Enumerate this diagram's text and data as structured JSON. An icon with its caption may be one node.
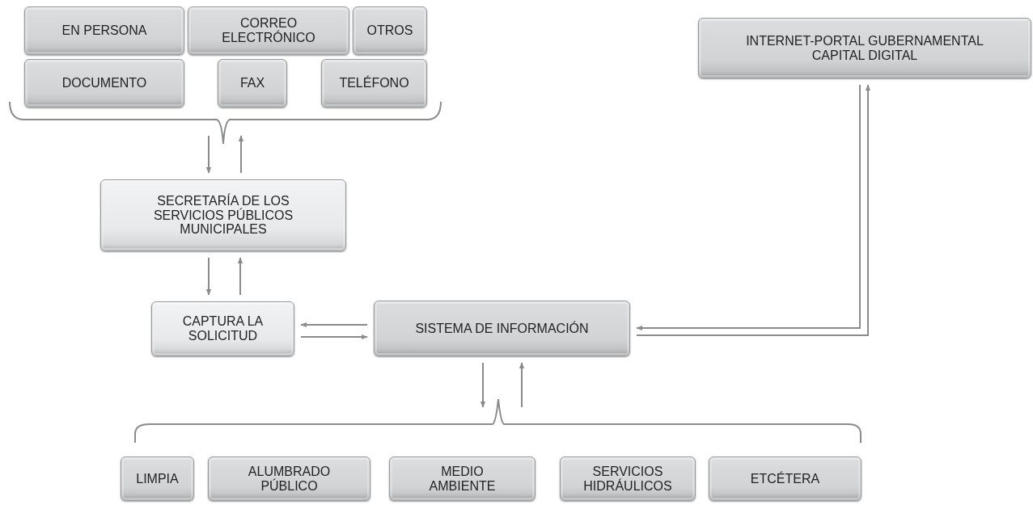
{
  "diagram": {
    "nodes": [
      {
        "text": [
          "EN PERSONA"
        ]
      },
      {
        "text": [
          "CORREO ELECTRÓNICO"
        ]
      },
      {
        "text": [
          "OTROS"
        ]
      },
      {
        "text": [
          "DOCUMENTO"
        ]
      },
      {
        "text": [
          "FAX"
        ]
      },
      {
        "text": [
          "TELÉFONO"
        ]
      },
      {
        "text": [],
        "shape": "bracket"
      },
      {
        "text": [
          "SECRETARÍA DE LOS SERVICIOS PÚBLICOS MUNICIPALES"
        ]
      },
      {
        "text": [
          "CAPTURA LA SOLICITUD"
        ]
      },
      {
        "text": [
          "SISTEMA DE INFORMACIÓN"
        ]
      },
      {
        "text": [
          "INTERNET-PORTAL GUBERNAMENTAL CAPITAL DIGITAL"
        ]
      },
      {
        "text": [],
        "shape": "bracket"
      },
      {
        "text": [
          "LIMPIA"
        ]
      },
      {
        "text": [
          "ALUMBRADO PÚBLICO"
        ]
      },
      {
        "text": [
          "MEDIO AMBIENTE"
        ]
      },
      {
        "text": [
          "SERVICIOS HIDRÁULICOS"
        ]
      },
      {
        "text": [
          "ETCÉTERA"
        ]
      }
    ],
    "edges": [
      {
        "from": 6,
        "to": 7,
        "arrow": "to"
      },
      {
        "from": 7,
        "to": 6,
        "arrow": "to"
      },
      {
        "from": 7,
        "to": 8,
        "arrow": "to"
      },
      {
        "from": 8,
        "to": 7,
        "arrow": "to"
      },
      {
        "from": 9,
        "to": 8,
        "arrow": "to"
      },
      {
        "from": 8,
        "to": 9,
        "arrow": "to"
      },
      {
        "from": 10,
        "to": 9,
        "arrow": "to"
      },
      {
        "from": 9,
        "to": 10,
        "arrow": "to"
      },
      {
        "from": 9,
        "to": 11,
        "arrow": "to"
      },
      {
        "from": 11,
        "to": 9,
        "arrow": "to"
      }
    ]
  }
}
